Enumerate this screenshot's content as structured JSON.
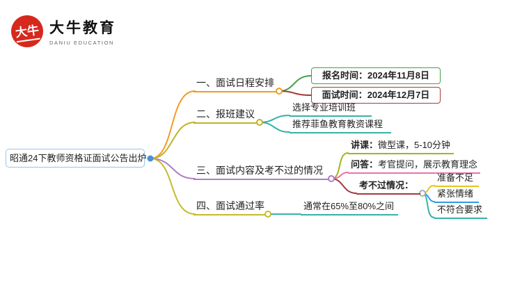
{
  "logo": {
    "mark_text": "大牛",
    "brand": "大牛教育",
    "subtitle": "DANIU EDUCATION"
  },
  "root": {
    "label": "昭通24下教师资格证面试公告出炉"
  },
  "branches": [
    {
      "label": "一、面试日程安排",
      "children": [
        {
          "prefix": "报名时间：",
          "value": "2024年11月8日"
        },
        {
          "prefix": "面试时间：",
          "value": "2024年12月7日"
        }
      ]
    },
    {
      "label": "二、报班建议",
      "children": [
        {
          "label": "选择专业培训班"
        },
        {
          "label": "推荐菲鱼教育教资课程"
        }
      ]
    },
    {
      "label": "三、面试内容及考不过的情况",
      "children": [
        {
          "prefix": "讲课：",
          "value": "微型课，5-10分钟"
        },
        {
          "prefix": "问答：",
          "value": "考官提问，展示教育理念"
        },
        {
          "prefix": "考不过情况：",
          "value": "",
          "children": [
            {
              "label": "准备不足"
            },
            {
              "label": "紧张情绪"
            },
            {
              "label": "不符合要求"
            }
          ]
        }
      ]
    },
    {
      "label": "四、面试通过率",
      "children": [
        {
          "label": "通常在65%至80%之间"
        }
      ]
    }
  ],
  "colors": {
    "logo_red": "#d7281d",
    "root_border": "#9cc2e5",
    "root_dot": "#4a90d2",
    "orange": "#f59a23",
    "olive": "#c2b127",
    "purple": "#b07cc6",
    "yellowgreen": "#c5bb2b",
    "green": "#43a047",
    "darkred": "#a43b3b",
    "teal": "#35b2a7",
    "olive2": "#a4b321",
    "pink": "#ef6eb0",
    "yellow": "#e5c520",
    "blue": "#2e9be6",
    "dot_gray": "#a7adb5"
  }
}
